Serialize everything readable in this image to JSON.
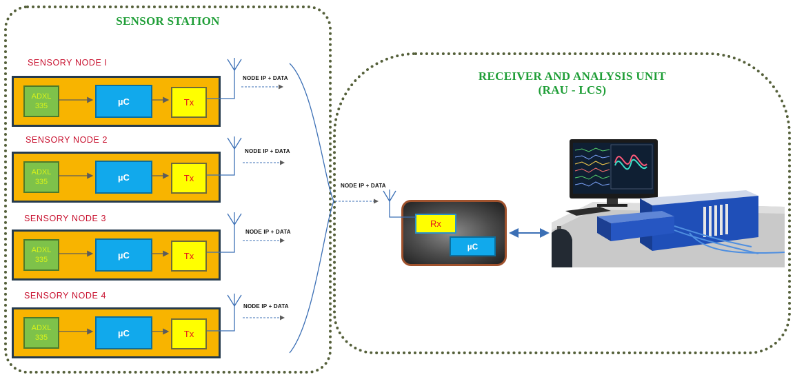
{
  "station": {
    "title": "SENSOR STATION"
  },
  "nodes": [
    {
      "label": "SENSORY NODE I",
      "sensor": [
        "ADXL",
        "335"
      ],
      "controller": "µC",
      "transmitter": "Tx",
      "data_label": "NODE IP + DATA"
    },
    {
      "label": "SENSORY NODE 2",
      "sensor": [
        "ADXL",
        "335"
      ],
      "controller": "µC",
      "transmitter": "Tx",
      "data_label": "NODE IP + DATA"
    },
    {
      "label": "SENSORY NODE 3",
      "sensor": [
        "ADXL",
        "335"
      ],
      "controller": "µC",
      "transmitter": "Tx",
      "data_label": "NODE IP + DATA"
    },
    {
      "label": "SENSORY NODE 4",
      "sensor": [
        "ADXL",
        "335"
      ],
      "controller": "µC",
      "transmitter": "Tx",
      "data_label": "NODE IP + DATA"
    }
  ],
  "rau": {
    "title_line1": "RECEIVER  AND ANALYSIS  UNIT",
    "title_line2": "(RAU  - LCS)",
    "input_label": "NODE IP + DATA",
    "receiver": "Rx",
    "controller": "µC"
  },
  "colors": {
    "title_green": "#1f9e37",
    "node_label_red": "#c8102e",
    "node_fill": "#f8b400",
    "sensor_fill": "#7ec24a",
    "controller_fill": "#11a9ec",
    "transmitter_fill": "#ffff00",
    "frame_dots": "#55603a",
    "link_blue": "#3b6fb5"
  }
}
